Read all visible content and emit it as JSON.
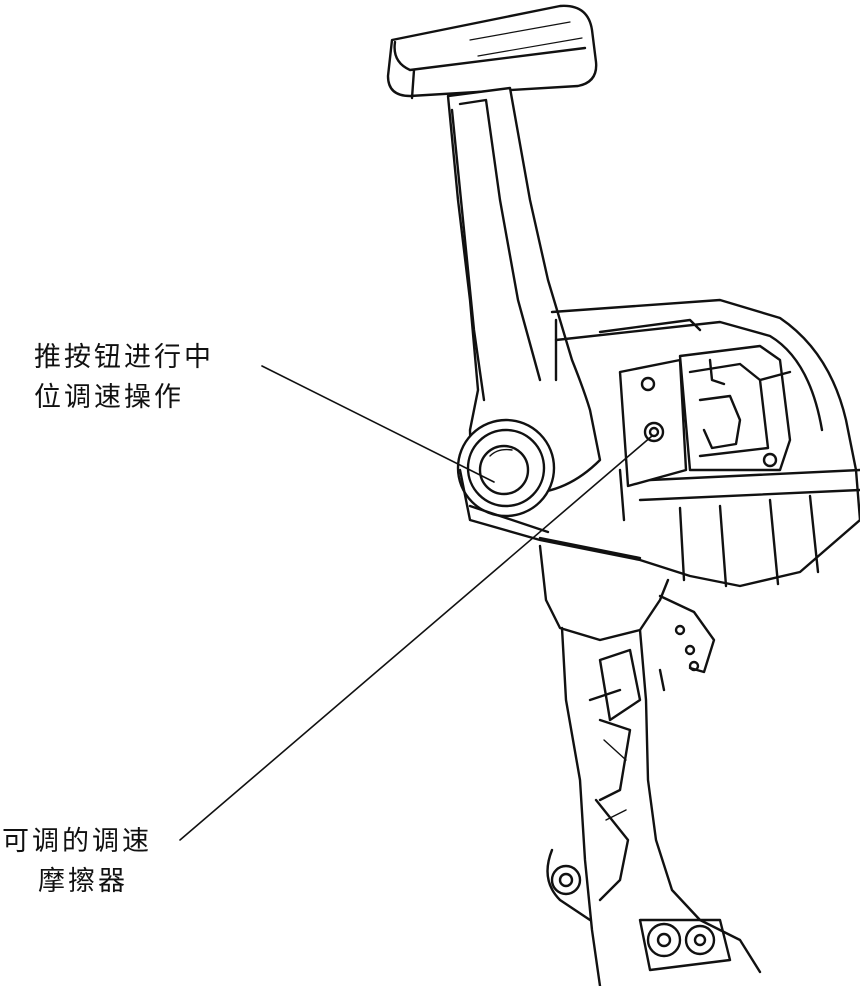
{
  "figure": {
    "subject": "single-lever engine control unit (line drawing)",
    "labels": {
      "push_button": {
        "line1": "推按钮进行中",
        "line2": "位调速操作"
      },
      "friction": {
        "line1": "可调的调速",
        "line2": "摩擦器"
      }
    },
    "colors": {
      "ink": "#111111",
      "paper": "#ffffff"
    }
  }
}
